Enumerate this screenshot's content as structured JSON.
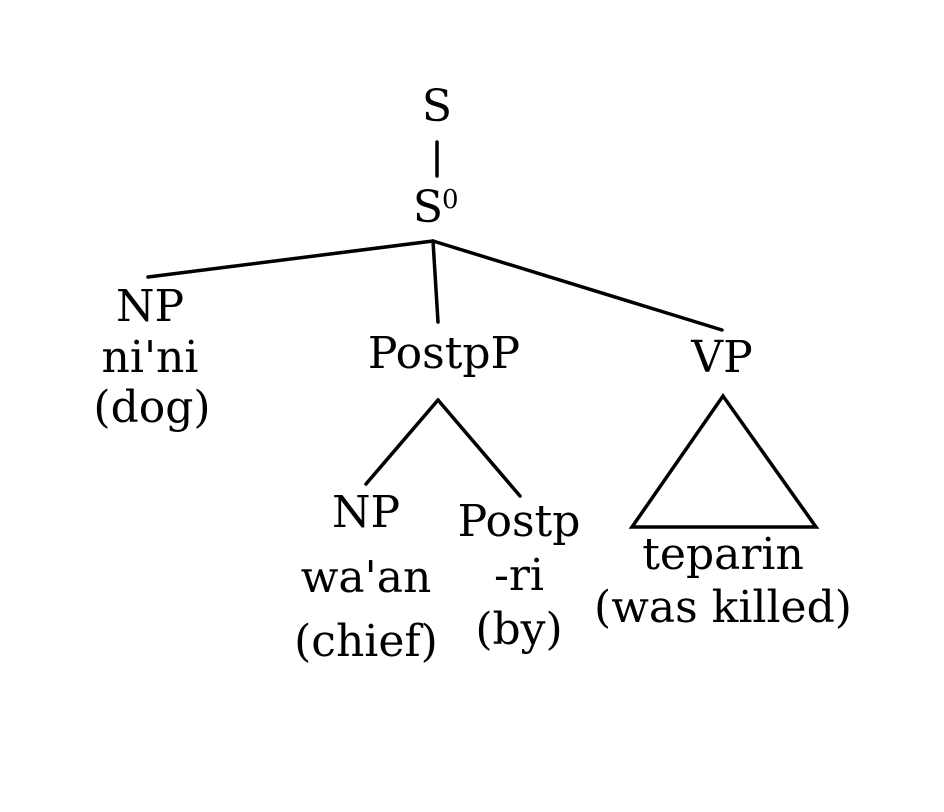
{
  "colors": {
    "background": "#ffffff",
    "ink": "#000000"
  },
  "tree": {
    "root": {
      "label": "S"
    },
    "s_bar": {
      "label": "S",
      "superscript": "0"
    },
    "np_subject": {
      "label": "NP",
      "word": "ni'ni",
      "gloss": "(dog)"
    },
    "postpp": {
      "label": "PostpP",
      "np": {
        "label": "NP",
        "word": "wa'an",
        "gloss": "(chief)"
      },
      "postp": {
        "label": "Postp",
        "word": "-ri",
        "gloss": "(by)"
      }
    },
    "vp": {
      "label": "VP",
      "word": "teparin",
      "gloss": "(was killed)"
    }
  }
}
